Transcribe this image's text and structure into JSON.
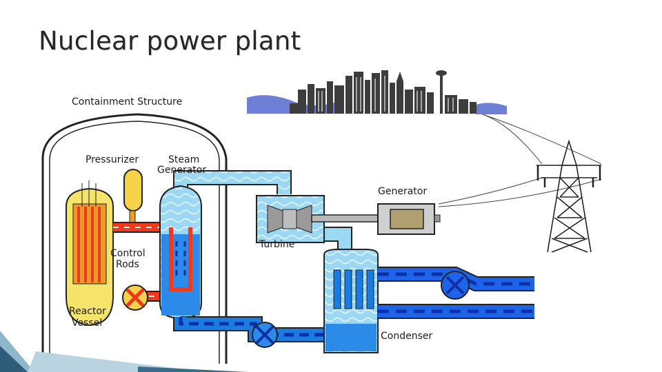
{
  "slide": {
    "title": "Nuclear power plant"
  },
  "diagram": {
    "labels": {
      "containment": "Containment Structure",
      "pressurizer": "Pressurizer",
      "steam_line1": "Steam",
      "steam_line2": "Generator",
      "generator": "Generator",
      "turbine": "Turbine",
      "control_line1": "Control",
      "control_line2": "Rods",
      "reactor_line1": "Reactor",
      "reactor_line2": "Vessel",
      "condenser": "Condenser"
    },
    "colors": {
      "primary_loop": "#ef3a1e",
      "reactor_core": "#e89a2a",
      "steam": "#8fd2f0",
      "water": "#1a7be0",
      "cooling_water": "#1e64ea",
      "dashes": "#0f2fa8",
      "pressurizer": "#f6d24a",
      "reactor_body": "#f6e36a",
      "city": "#3d3d3d",
      "sky_water": "#6f7fd6",
      "outline": "#222222"
    },
    "icons": [
      "city-skyline-icon",
      "power-pylon-icon",
      "turbine-icon",
      "generator-icon",
      "pump-icon"
    ]
  }
}
